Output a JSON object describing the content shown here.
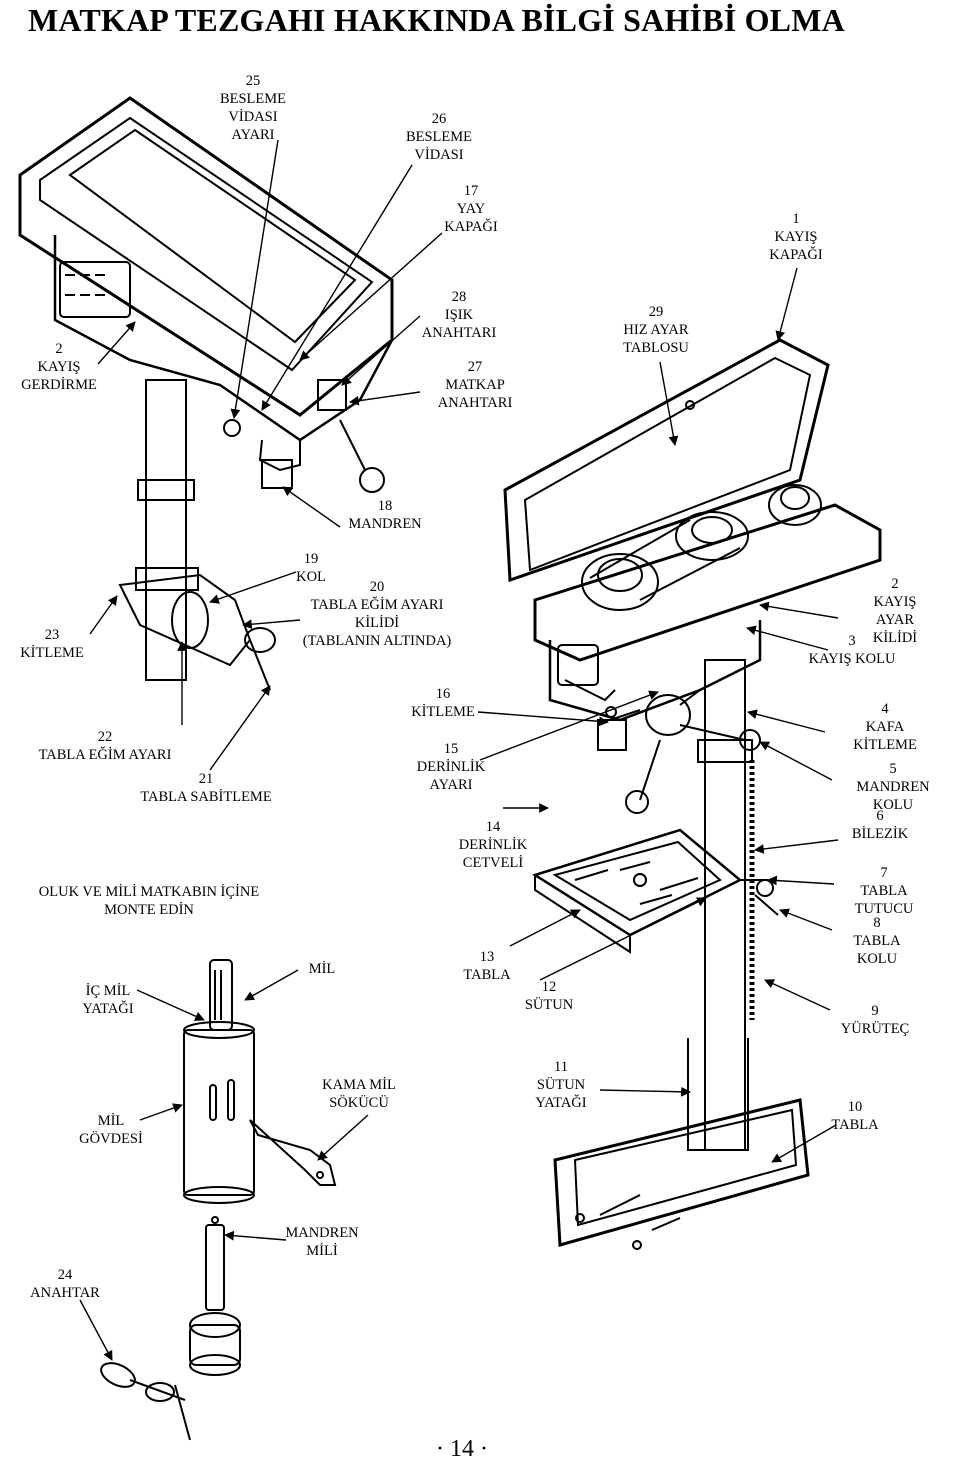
{
  "title": "MATKAP TEZGAHI HAKKINDA BİLGİ SAHİBİ OLMA",
  "labels": {
    "l25": "25\nBESLEME\nVİDASI\nAYARI",
    "l26": "26\nBESLEME\nVİDASI",
    "l17": "17\nYAY\nKAPAĞI",
    "l1": "1\nKAYIŞ\nKAPAĞI",
    "l2a": "2\nKAYIŞ\nGERDİRME",
    "l28": "28\nIŞIK\nANAHTARI",
    "l27": "27\nMATKAP\nANAHTARI",
    "l29": "29\nHIZ AYAR\nTABLOSU",
    "l18": "18\nMANDREN",
    "l19": "19\nKOL",
    "l20": "20\nTABLA EĞİM AYARI\nKİLİDİ\n(TABLANIN ALTINDA)",
    "l2b": "2\nKAYIŞ AYAR\nKİLİDİ",
    "l3": "3\nKAYIŞ KOLU",
    "l23": "23\nKİTLEME",
    "l16": "16\nKİTLEME",
    "l4": "4\nKAFA KİTLEME",
    "l22": "22\nTABLA EĞİM AYARI",
    "l15": "15\nDERİNLİK\nAYARI",
    "l21": "21\nTABLA SABİTLEME",
    "l5": "5\nMANDREN KOLU",
    "l14": "14\nDERİNLİK\nCETVELİ",
    "l6": "6\nBİLEZİK",
    "oluk": "OLUK VE MİLİ MATKABIN İÇİNE\nMONTE EDİN",
    "l7": "7\nTABLA TUTUCU",
    "l8": "8\nTABLA KOLU",
    "mil": "MİL",
    "l13": "13\nTABLA",
    "icmil": "İÇ MİL\nYATAĞI",
    "l12": "12\nSÜTUN",
    "l9": "9\nYÜRÜTEÇ",
    "kama": "KAMA MİL\nSÖKÜCÜ",
    "l11": "11\nSÜTUN\nYATAĞI",
    "l10": "10\nTABLA",
    "milgovde": "MİL\nGÖVDESİ",
    "mandrenmili": "MANDREN\nMİLİ",
    "l24": "24\nANAHTAR"
  },
  "page_number": "· 14 ·"
}
